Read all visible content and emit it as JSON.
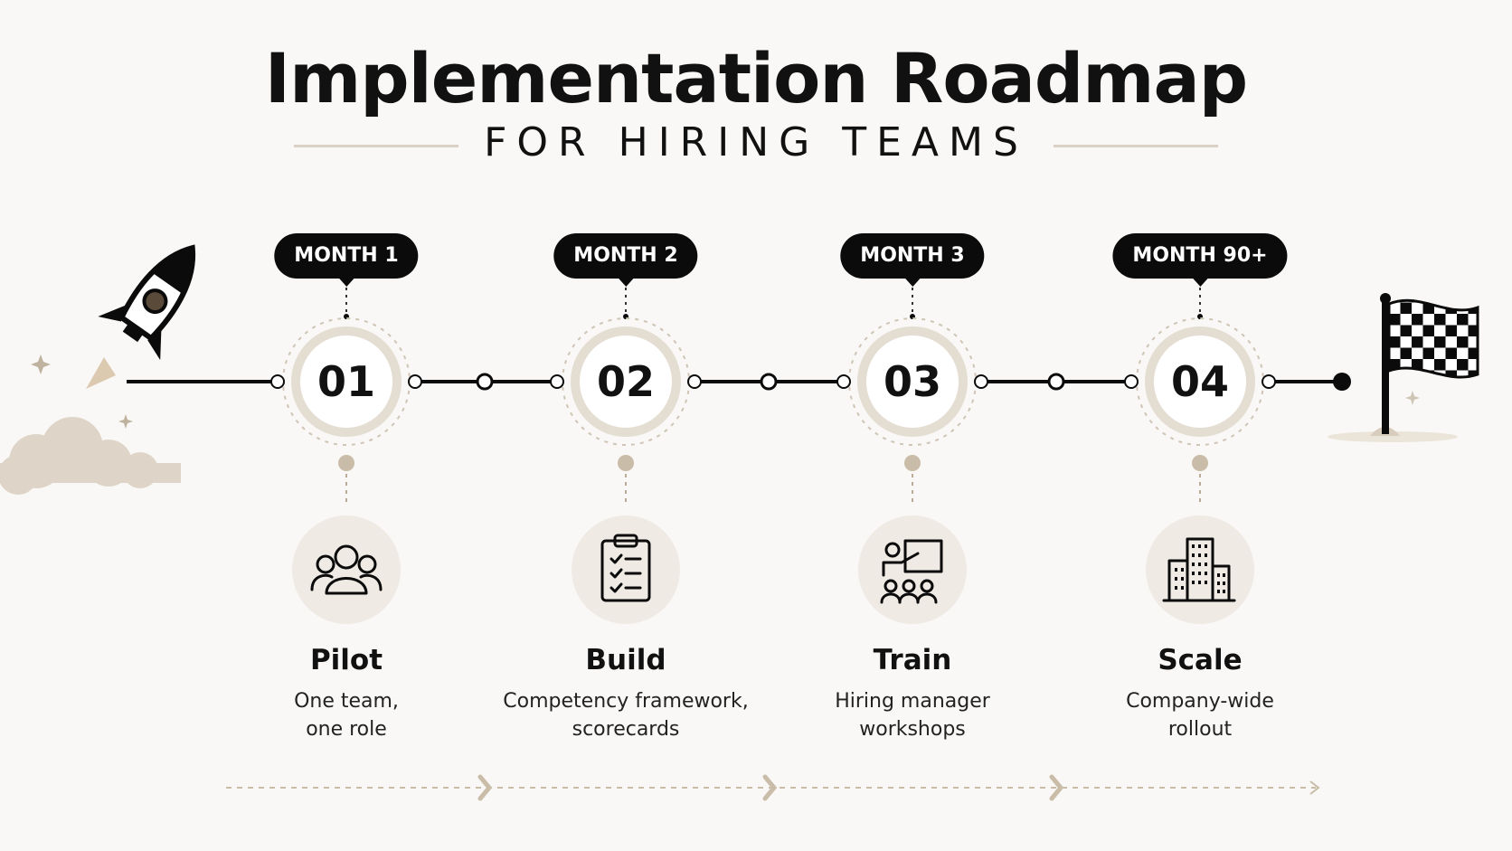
{
  "header": {
    "title": "Implementation Roadmap",
    "subtitle": "FOR HIRING TEAMS"
  },
  "colors": {
    "accent": "#c9bca8",
    "dark": "#0b0b0b",
    "ring": "#e4ddd2",
    "icon_bg": "#efeae3"
  },
  "steps": [
    {
      "month": "MONTH 1",
      "number": "01",
      "title": "Pilot",
      "description": [
        "One team,",
        "one role"
      ],
      "icon": "people-group-icon"
    },
    {
      "month": "MONTH 2",
      "number": "02",
      "title": "Build",
      "description": [
        "Competency framework,",
        "scorecards"
      ],
      "icon": "clipboard-checklist-icon"
    },
    {
      "month": "MONTH 3",
      "number": "03",
      "title": "Train",
      "description": [
        "Hiring manager",
        "workshops"
      ],
      "icon": "presentation-training-icon"
    },
    {
      "month": "MONTH 90+",
      "number": "04",
      "title": "Scale",
      "description": [
        "Company-wide",
        "rollout"
      ],
      "icon": "office-buildings-icon"
    }
  ],
  "start_icon": "rocket-icon",
  "end_icon": "checkered-flag-icon"
}
